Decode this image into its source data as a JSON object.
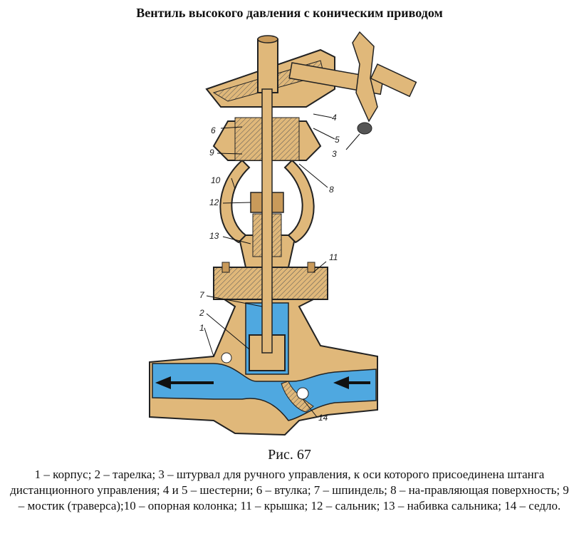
{
  "title": "Вентиль высокого давления с коническим приводом",
  "figure_number": "Рис. 67",
  "caption": "1 – корпус; 2 – тарелка; 3 – штурвал для ручного управления, к оси которого присоединена штанга дистанционного управления; 4 и 5 – шестерни; 6 –  втулка; 7 – шпиндель; 8 – на-правляющая поверхность; 9 – мостик (траверса);10 – опорная колонка; 11 – крышка; 12 – сальник; 13 – набивка сальника; 14 – седло.",
  "callouts": {
    "n1": "1",
    "n2": "2",
    "n3": "3",
    "n4": "4",
    "n5": "5",
    "n6": "6",
    "n7": "7",
    "n8": "8",
    "n9": "9",
    "n10": "10",
    "n11": "11",
    "n12": "12",
    "n13": "13",
    "n14": "14"
  },
  "colors": {
    "metal": "#e0b87a",
    "metal_dark": "#c99a5a",
    "flow_medium": "#4fa8e0",
    "hatch": "#333333"
  }
}
